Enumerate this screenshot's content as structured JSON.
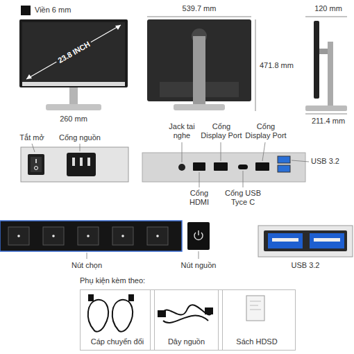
{
  "diagram": {
    "nodes": [
      {
        "text": [
          "Phụ kiện kèm theo:"
        ]
      },
      {
        "text": [
          "Cáp chuyển đổi"
        ],
        "in": 0
      },
      {
        "text": [
          "Dây nguồn"
        ],
        "in": 0
      },
      {
        "text": [
          "Sách HDSD"
        ],
        "in": 0
      }
    ],
    "labels": [
      "Viền 6 mm",
      "23.8 INCH",
      "260 mm",
      "539.7 mm",
      "471.8 mm",
      "120 mm",
      "211.4 mm",
      "Tắt mở",
      "Cổng nguồn",
      "Jack tai nghe",
      "Cổng Display Port",
      "Cổng Display Port",
      "USB 3.2",
      "Cổng HDMI",
      "Cổng USB Tyce C",
      "Nút chọn",
      "Nút nguồn",
      "USB 3.2"
    ]
  }
}
